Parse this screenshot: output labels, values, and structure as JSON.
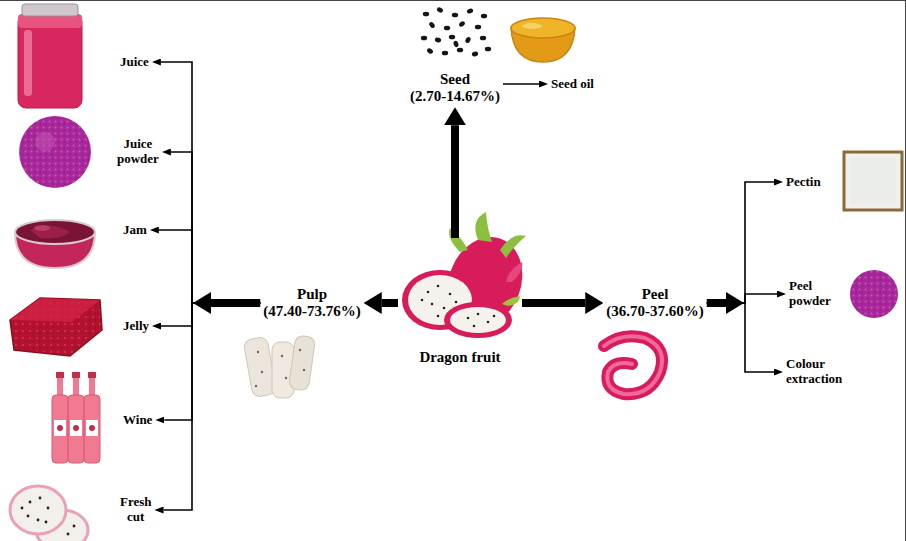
{
  "diagram": {
    "nodes": [
      {
        "text": [
          "Dragon fruit"
        ]
      },
      {
        "text": [
          "Pulp",
          "(47.40-73.76%)"
        ]
      },
      {
        "text": [
          "Seed",
          "(2.70-14.67%)"
        ]
      },
      {
        "text": [
          "Peel",
          "(36.70-37.60%)"
        ]
      },
      {
        "text": [
          "Juice"
        ]
      },
      {
        "text": [
          "Juice powder"
        ]
      },
      {
        "text": [
          "Jam"
        ]
      },
      {
        "text": [
          "Jelly"
        ]
      },
      {
        "text": [
          "Wine"
        ]
      },
      {
        "text": [
          "Fresh cut"
        ]
      },
      {
        "text": [
          "Seed oil"
        ]
      },
      {
        "text": [
          "Pectin"
        ]
      },
      {
        "text": [
          "Peel powder"
        ]
      },
      {
        "text": [
          "Colour extraction"
        ]
      }
    ],
    "edges": [
      {
        "from": 0,
        "to": 1,
        "arrow": "to"
      },
      {
        "from": 0,
        "to": 2,
        "arrow": "to"
      },
      {
        "from": 0,
        "to": 3,
        "arrow": "to"
      },
      {
        "from": 1,
        "to": 4,
        "arrow": "to"
      },
      {
        "from": 1,
        "to": 5,
        "arrow": "to"
      },
      {
        "from": 1,
        "to": 6,
        "arrow": "to"
      },
      {
        "from": 1,
        "to": 7,
        "arrow": "to"
      },
      {
        "from": 1,
        "to": 8,
        "arrow": "to"
      },
      {
        "from": 1,
        "to": 9,
        "arrow": "to"
      },
      {
        "from": 2,
        "to": 10,
        "arrow": "to"
      },
      {
        "from": 3,
        "to": 11,
        "arrow": "to"
      },
      {
        "from": 3,
        "to": 12,
        "arrow": "to"
      },
      {
        "from": 3,
        "to": 13,
        "arrow": "to"
      }
    ]
  }
}
